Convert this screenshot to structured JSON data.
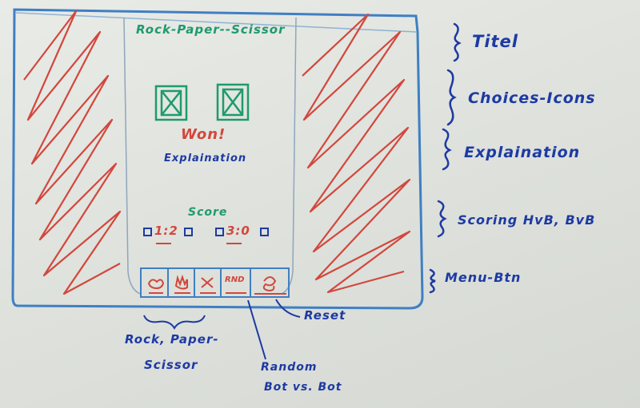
{
  "sketch": {
    "title": "Rock-Paper--Scissor",
    "result": "Won!",
    "explanation": "Explaination",
    "score_label": "Score",
    "score_hvb": "1:2",
    "score_bvb": "3:0",
    "menu_random_label": "RND"
  },
  "annotations": {
    "title": "Titel",
    "choices": "Choices-Icons",
    "explanation": "Explaination",
    "scoring": "Scoring HvB, BvB",
    "menu": "Menu-Btn",
    "reset": "Reset",
    "rps_line1": "Rock, Paper-",
    "rps_line2": "Scissor",
    "random_line1": "Random",
    "random_line2": "Bot vs. Bot"
  },
  "colors": {
    "marker_blue": "#1d3aa3",
    "marker_red": "#d2473c",
    "marker_green": "#1f9a6e"
  }
}
